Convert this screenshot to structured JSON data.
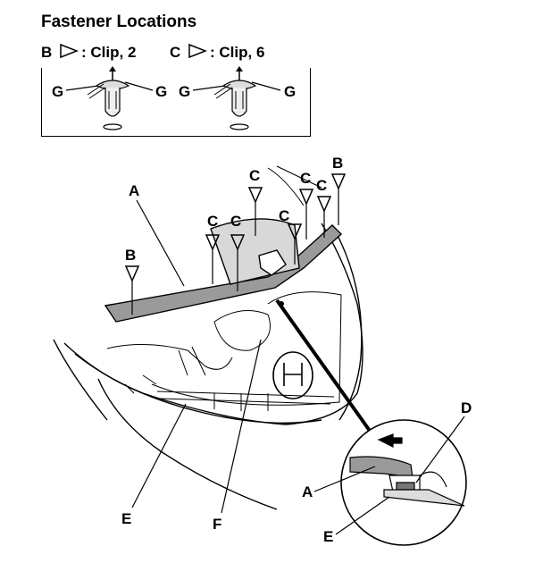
{
  "title": "Fastener Locations",
  "legend": {
    "b": {
      "letter": "B",
      "text": ": Clip, 2"
    },
    "c": {
      "letter": "C",
      "text": ": Clip, 6"
    }
  },
  "labels": {
    "g": "G",
    "a": "A",
    "b": "B",
    "c": "C",
    "d": "D",
    "e": "E",
    "f": "F"
  }
}
